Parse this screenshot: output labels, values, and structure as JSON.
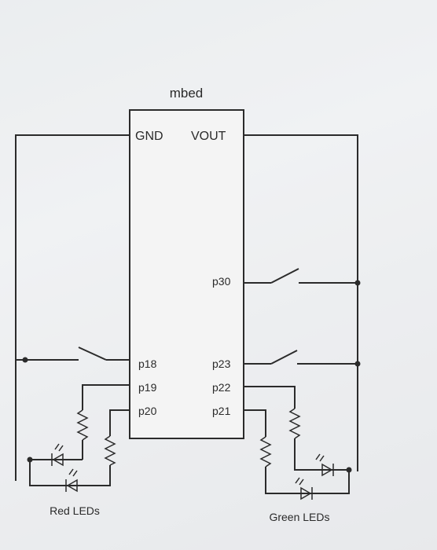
{
  "title": "mbed",
  "pins": {
    "gnd": "GND",
    "vout": "VOUT",
    "p30": "p30",
    "p18": "p18",
    "p19": "p19",
    "p20": "p20",
    "p23": "p23",
    "p22": "p22",
    "p21": "p21"
  },
  "groups": {
    "red": "Red LEDs",
    "green": "Green LEDs"
  }
}
